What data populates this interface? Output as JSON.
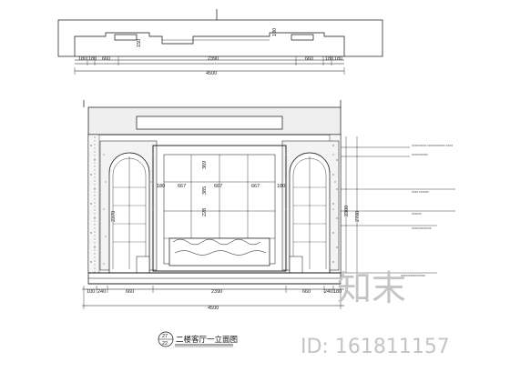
{
  "plan": {
    "dims": [
      "180",
      "180",
      "660",
      "2390",
      "660",
      "180",
      "180"
    ],
    "total": "4500",
    "small_dims": [
      "150",
      "180"
    ]
  },
  "elevation": {
    "top_dims": [
      "180",
      "667",
      "667",
      "667",
      "180"
    ],
    "inner_v_dims": [
      "369",
      "385",
      "228"
    ],
    "left_height": "2370",
    "right_heights": [
      "2300",
      "2700"
    ],
    "bottom_dims": [
      "100",
      "240",
      "660",
      "2390",
      "660",
      "240",
      "180"
    ],
    "total": "4500"
  },
  "notes": [
    "xxxxxxxxx xxxxxxxxxxx xxxx",
    "xxxxxxxxxx",
    "xxxx xxxxxx",
    "xxxxxx",
    "xxxxxxxxxxxx",
    "xxxxxxxxxxxxxxx"
  ],
  "title": {
    "badge_top": "27",
    "badge_bottom": "22",
    "text": "二楼客厅一立面图"
  },
  "watermark": {
    "logo_text": "知末",
    "id_text": "ID: 161811157"
  }
}
